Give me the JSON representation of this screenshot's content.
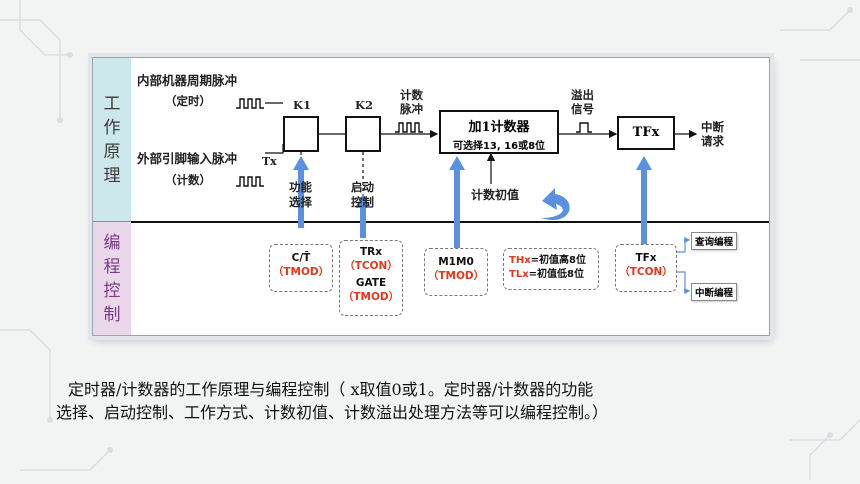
{
  "side_labels": {
    "top": [
      "工",
      "作",
      "原",
      "理"
    ],
    "bottom": [
      "编",
      "程",
      "控",
      "制"
    ]
  },
  "diagram": {
    "internal_clock": "内部机器周期脉冲",
    "timing_mode": "（定时）",
    "external_pin": "外部引脚输入脉冲",
    "tx_label": "Tx",
    "counting_mode": "（计数）",
    "k1": "K1",
    "k2": "K2",
    "function_select": [
      "功能",
      "选择"
    ],
    "start_control": [
      "启动",
      "控制"
    ],
    "count_pulse": [
      "计数",
      "脉冲"
    ],
    "counter_title": "加1计数器",
    "counter_sub": "可选择13, 16或8位",
    "initial_value": "计数初值",
    "overflow_signal": [
      "溢出",
      "信号"
    ],
    "tfx": "TFx",
    "interrupt_request": [
      "中断",
      "请求"
    ]
  },
  "registers": {
    "ct": {
      "line1": "C/T̄",
      "line2": "（TMOD）"
    },
    "trx": {
      "line1": "TRx",
      "line2": "（TCON）",
      "line3": "GATE",
      "line4": "（TMOD）"
    },
    "m1m0": {
      "line1": "M1M0",
      "line2": "（TMOD）"
    },
    "thx": {
      "prefix": "THx",
      "text": "=初值高8位"
    },
    "tlx": {
      "prefix": "TLx",
      "text": "=初值低8位"
    },
    "tfx_reg": {
      "line1": "TFx",
      "line2": "（TCON）"
    },
    "query_prog": "查询编程",
    "interrupt_prog": "中断编程"
  },
  "caption": {
    "line1": "定时器/计数器的工作原理与编程控制（ x取值0或1。定时器/计数器的功能",
    "line2": "选择、启动控制、工作方式、计数初值、计数溢出处理方法等可以编程控制。）"
  },
  "colors": {
    "arrow_blue": "#5b8fe0",
    "register_red": "#e0391c",
    "side_top_bg": "#cde8ed",
    "side_bottom_bg": "#ead8ea"
  }
}
